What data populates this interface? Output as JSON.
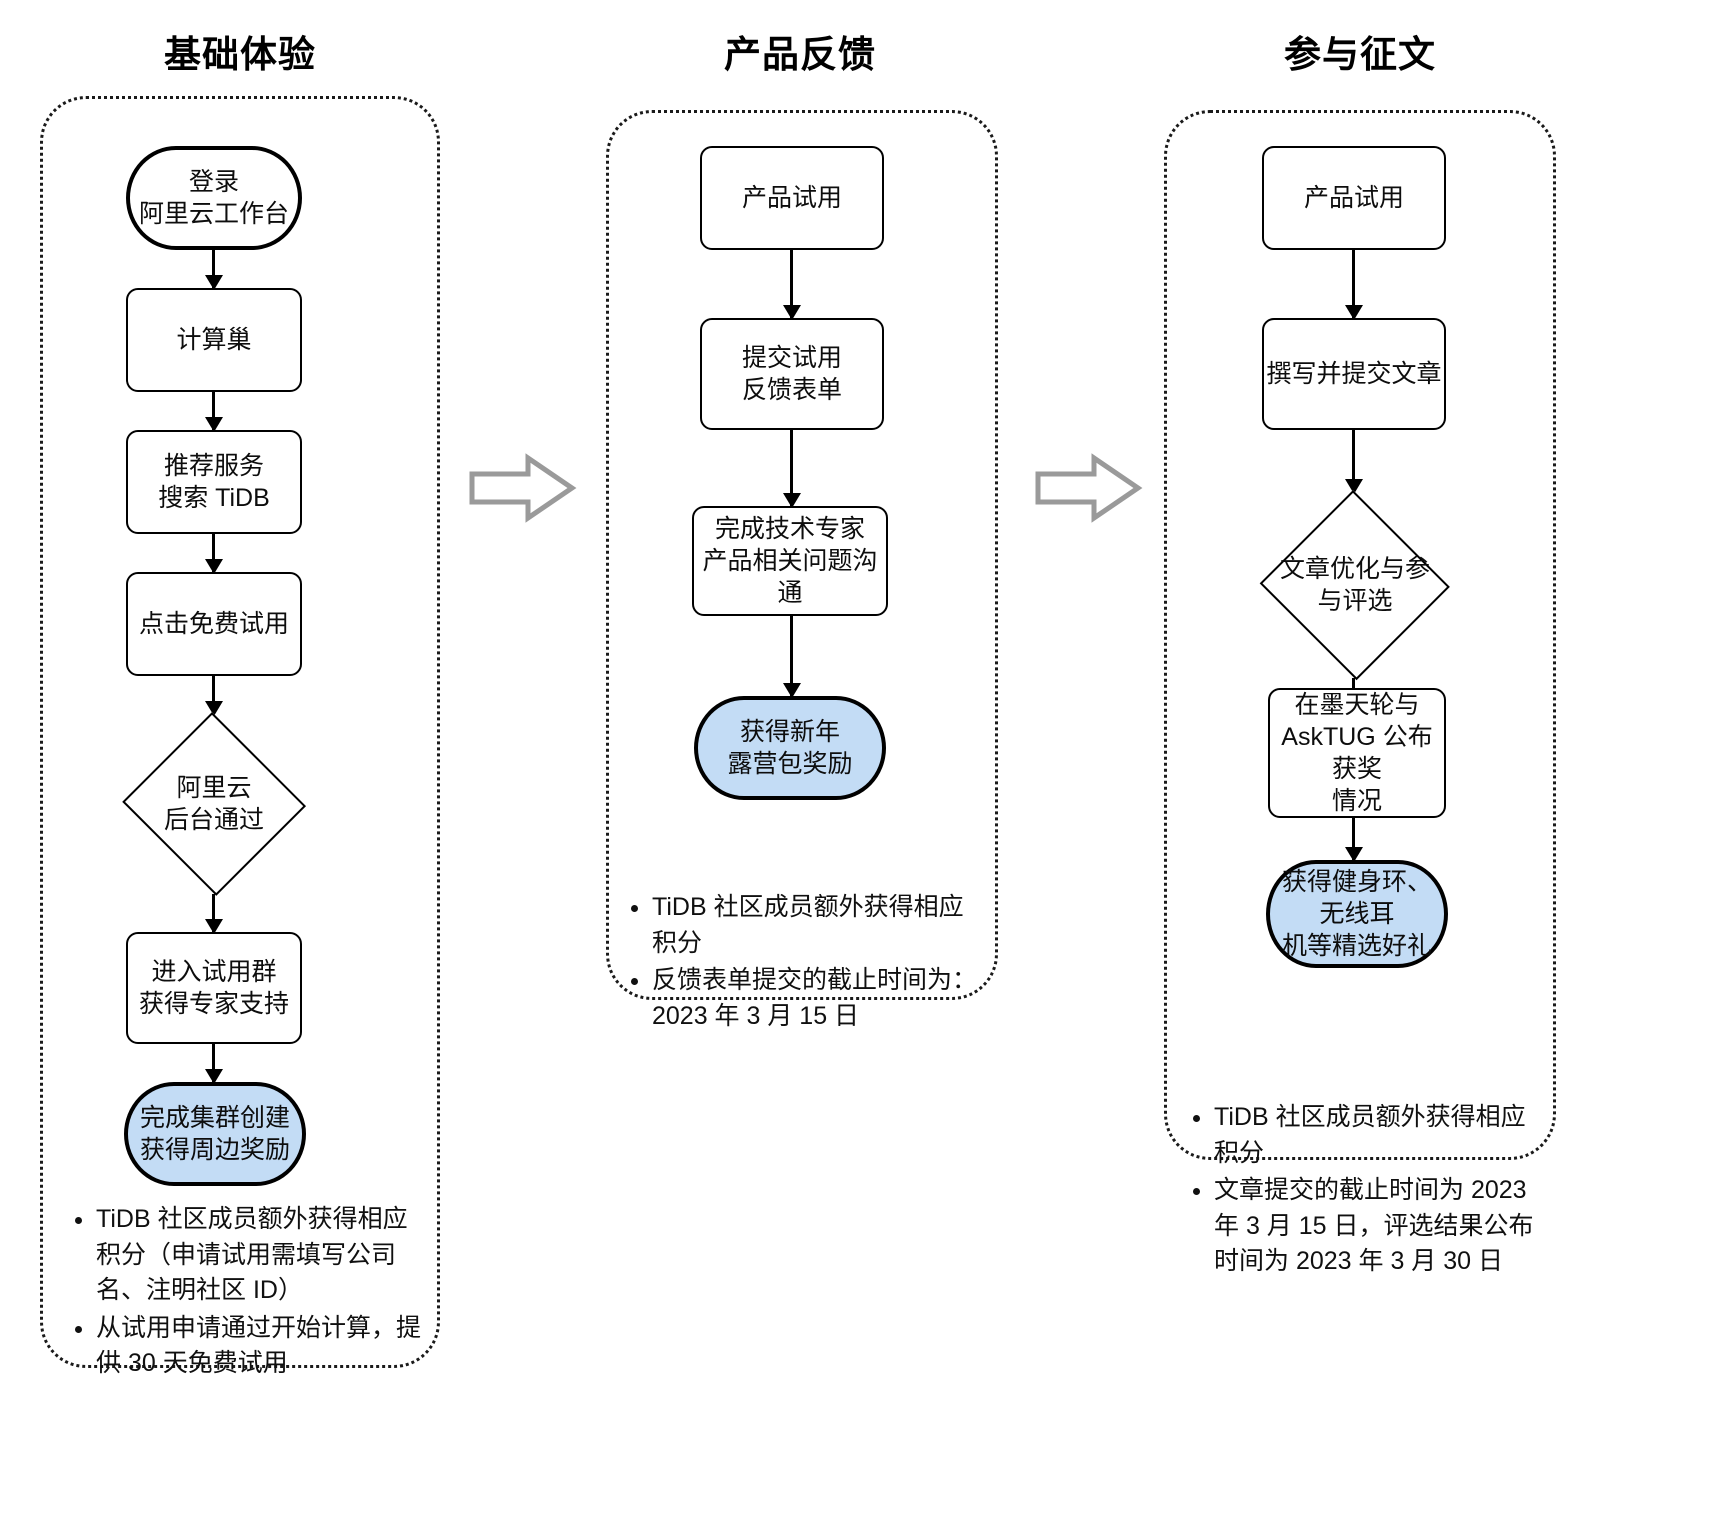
{
  "columns": [
    {
      "title": "基础体验",
      "nodes": [
        {
          "name": "login-alicloud-console",
          "label": "登录\n阿里云工作台",
          "shape": "terminal"
        },
        {
          "name": "compute-nest",
          "label": "计算巢",
          "shape": "box"
        },
        {
          "name": "recommend-service-search-tidb",
          "label": "推荐服务\n搜索 TiDB",
          "shape": "box"
        },
        {
          "name": "click-free-trial",
          "label": "点击免费试用",
          "shape": "box"
        },
        {
          "name": "alicloud-backend-approval",
          "label": "阿里云\n后台通过",
          "shape": "diamond"
        },
        {
          "name": "join-trial-group-expert-support",
          "label": "进入试用群\n获得专家支持",
          "shape": "box"
        },
        {
          "name": "cluster-created-reward",
          "label": "完成集群创建\n获得周边奖励",
          "shape": "terminal-blue"
        }
      ],
      "notes": [
        "TiDB 社区成员额外获得相应积分（申请试用需填写公司名、注明社区 ID）",
        "从试用申请通过开始计算，提供 30 天免费试用"
      ]
    },
    {
      "title": "产品反馈",
      "nodes": [
        {
          "name": "product-trial",
          "label": "产品试用",
          "shape": "box"
        },
        {
          "name": "submit-trial-feedback-form",
          "label": "提交试用\n反馈表单",
          "shape": "box"
        },
        {
          "name": "expert-product-communication",
          "label": "完成技术专家\n产品相关问题沟通",
          "shape": "box"
        },
        {
          "name": "new-year-camping-kit-reward",
          "label": "获得新年\n露营包奖励",
          "shape": "terminal-blue"
        }
      ],
      "notes": [
        "TiDB 社区成员额外获得相应积分",
        "反馈表单提交的截止时间为：2023 年 3 月 15 日"
      ]
    },
    {
      "title": "参与征文",
      "nodes": [
        {
          "name": "product-trial",
          "label": "产品试用",
          "shape": "box"
        },
        {
          "name": "write-and-submit-article",
          "label": "撰写并提交文章",
          "shape": "box"
        },
        {
          "name": "article-optimize-and-judging",
          "label": "文章优化与参\n与评选",
          "shape": "diamond"
        },
        {
          "name": "announce-winners-modb-asktug",
          "label": "在墨天轮与\nAskTUG 公布获奖\n情况",
          "shape": "box"
        },
        {
          "name": "fitness-ring-earphone-rewards",
          "label": "获得健身环、无线耳\n机等精选好礼",
          "shape": "terminal-blue"
        }
      ],
      "notes": [
        "TiDB 社区成员额外获得相应积分",
        "文章提交的截止时间为 2023 年 3 月 15 日，评选结果公布时间为 2023 年 3 月 30 日"
      ]
    }
  ],
  "connectors": {
    "stage_arrow_1": "stage-transition-arrow",
    "stage_arrow_2": "stage-transition-arrow"
  },
  "colors": {
    "reward_fill": "#c3dcf5",
    "stroke": "#000000",
    "block_arrow_stroke": "#9a9a9a",
    "background": "#ffffff"
  }
}
